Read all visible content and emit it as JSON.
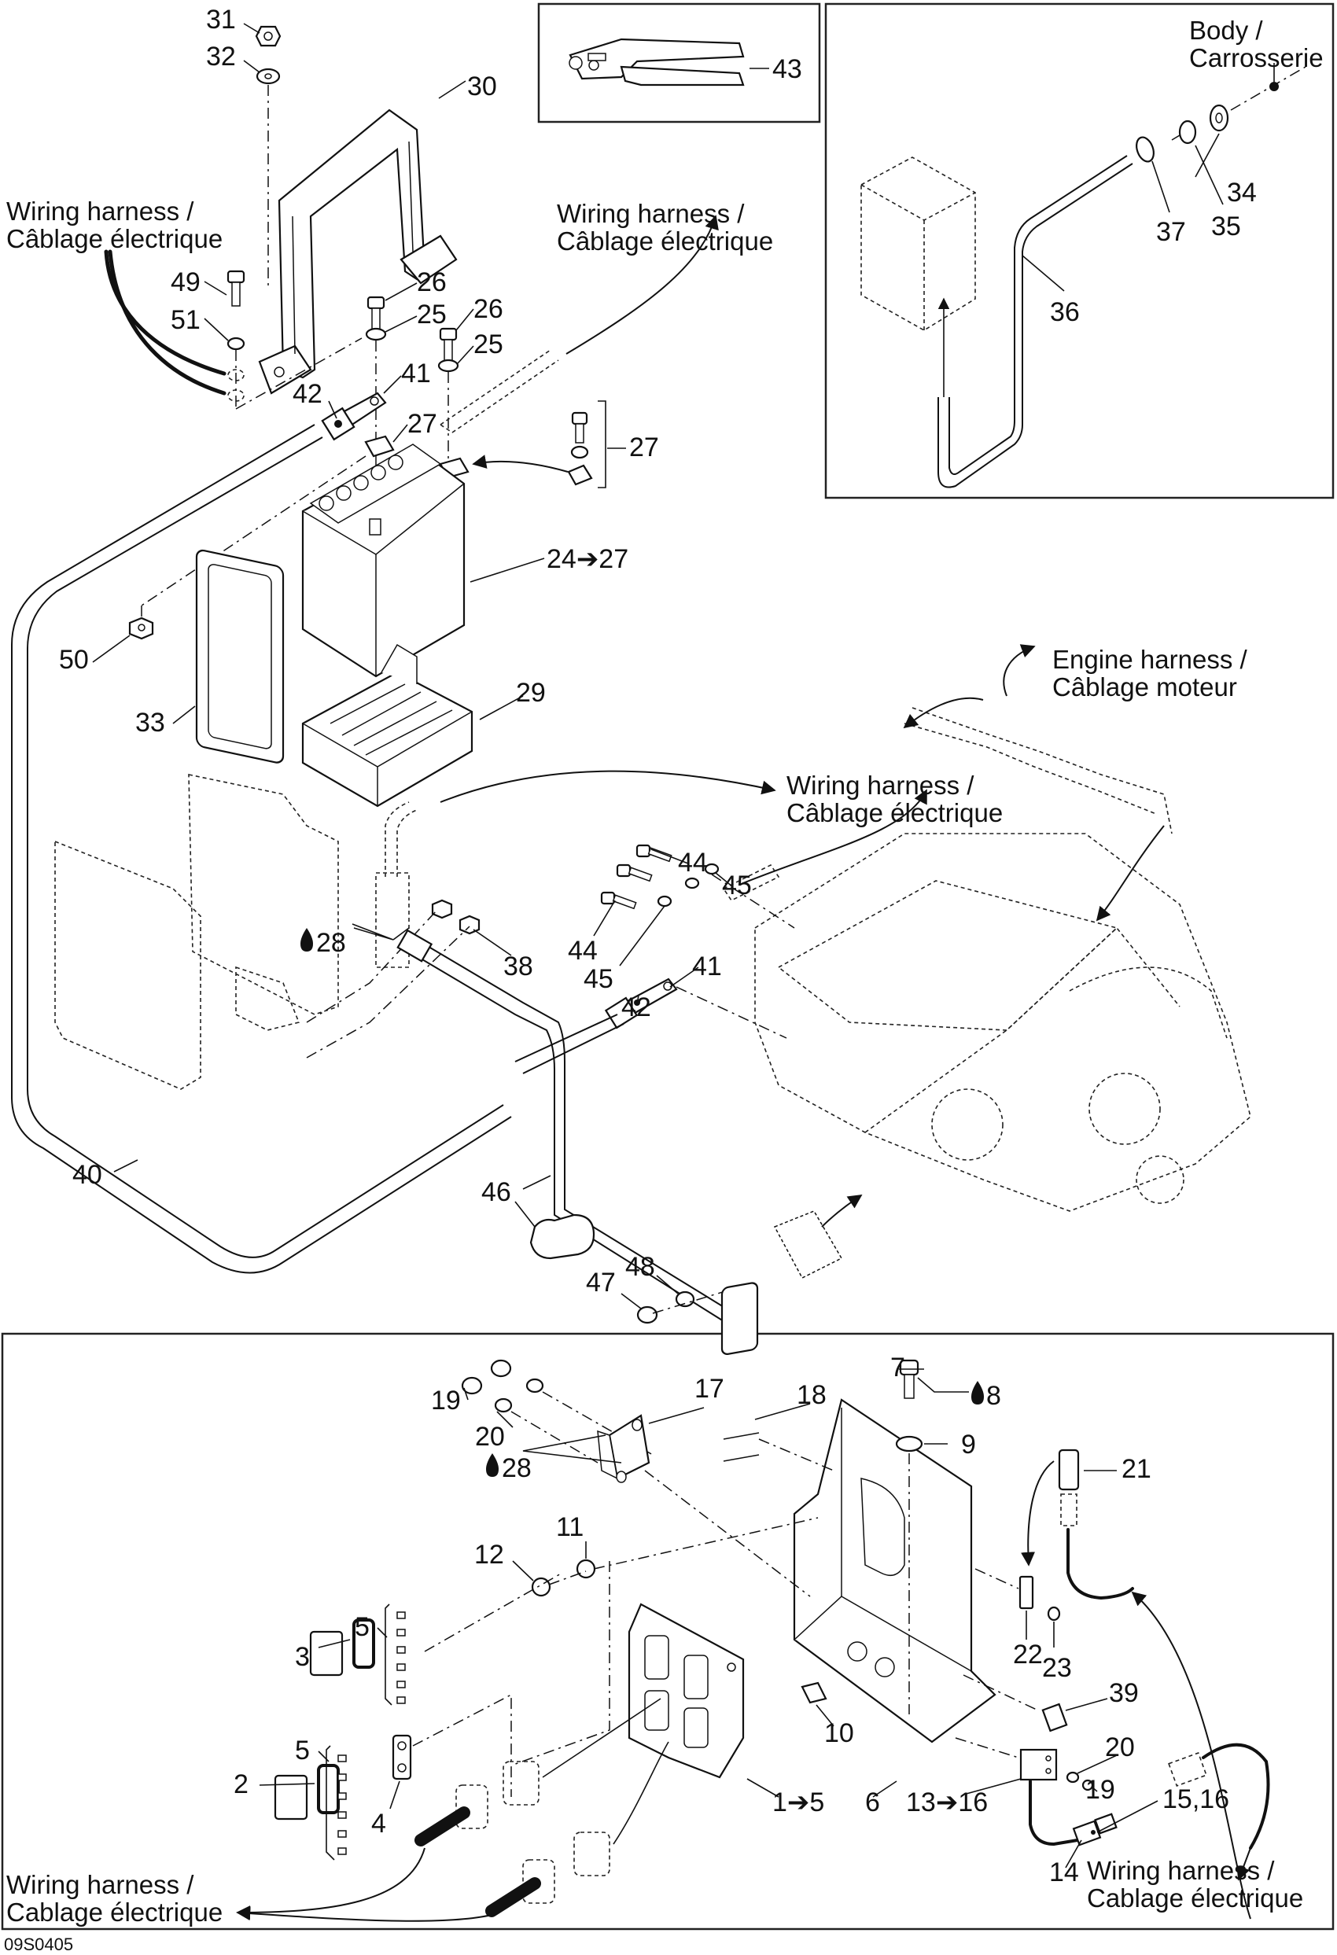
{
  "diagram": {
    "reference_code": "09S0405",
    "panels": [
      {
        "id": "main",
        "description": "Battery, battery cables and starter"
      },
      {
        "id": "tool",
        "description": "Crimping tool"
      },
      {
        "id": "body-ground",
        "description": "Battery vent tube to body"
      },
      {
        "id": "ecm",
        "description": "Engine control module and mounting"
      }
    ],
    "notes": {
      "wiring_harness_top_left": [
        "Wiring harness /",
        "Câblage électrique"
      ],
      "wiring_harness_top_mid": [
        "Wiring harness /",
        "Câblage électrique"
      ],
      "body": [
        "Body /",
        "Carrosserie"
      ],
      "engine_harness": [
        "Engine harness /",
        "Câblage moteur"
      ],
      "wiring_harness_engine": [
        "Wiring harness /",
        "Câblage électrique"
      ],
      "wiring_harness_bottom_left": [
        "Wiring harness /",
        "Cablage électrique"
      ],
      "wiring_harness_bottom_right": [
        "Wiring harness /",
        "Cablage électrique"
      ]
    },
    "callouts": {
      "c31": "31",
      "c32": "32",
      "c30": "30",
      "c49": "49",
      "c51": "51",
      "c26a": "26",
      "c25a": "25",
      "c26b": "26",
      "c25b": "25",
      "c42a": "42",
      "c41a": "41",
      "c27a": "27",
      "c27b": "27",
      "c24_27": "24➔27",
      "c50": "50",
      "c33": "33",
      "c29": "29",
      "c43": "43",
      "c34": "34",
      "c35": "35",
      "c37": "37",
      "c36": "36",
      "c44a": "44",
      "c45a": "45",
      "c44b": "44",
      "c45b": "45",
      "c41b": "41",
      "c42b": "42",
      "c28a": "28",
      "c38": "38",
      "c40": "40",
      "c46": "46",
      "c47": "47",
      "c48": "48",
      "c7": "7",
      "c8": "8",
      "c9": "9",
      "c19a": "19",
      "c20a": "20",
      "c17": "17",
      "c18": "18",
      "c28b": "28",
      "c21": "21",
      "c11": "11",
      "c12": "12",
      "c22": "22",
      "c23": "23",
      "c39": "39",
      "c5a": "5",
      "c3": "3",
      "c5b": "5",
      "c2": "2",
      "c4": "4",
      "c10": "10",
      "c1_5": "1➔5",
      "c6": "6",
      "c13_16": "13➔16",
      "c20b": "20",
      "c19b": "19",
      "c15_16": "15,16",
      "c14": "14"
    },
    "icons": {
      "loctite_drop": "drop-icon",
      "range_arrow": "arrow-right-icon"
    }
  }
}
